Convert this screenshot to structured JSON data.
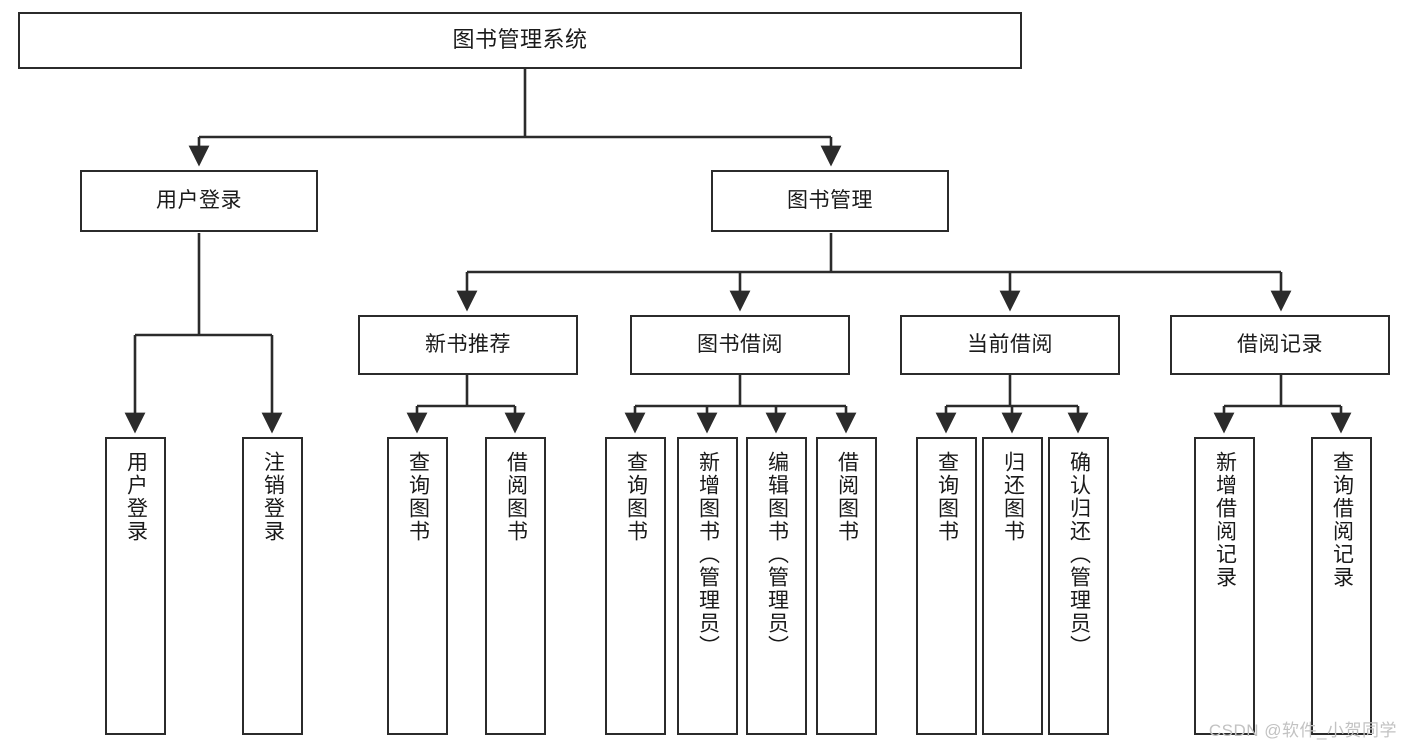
{
  "diagram": {
    "title": "图书管理系统",
    "type": "tree-hierarchy-chart",
    "watermark": "CSDN @软件_小贺同学",
    "colors": {
      "box_border": "#2b2b2b",
      "box_fill": "#ffffff",
      "edge": "#2b2b2b",
      "text": "#1a1a1a",
      "watermark": "#c2c2c2",
      "background": "#ffffff"
    },
    "nodes": {
      "root": {
        "label": "图书管理系统"
      },
      "level2": [
        {
          "label": "用户登录"
        },
        {
          "label": "图书管理"
        }
      ],
      "level3": [
        {
          "label": "新书推荐"
        },
        {
          "label": "图书借阅"
        },
        {
          "label": "当前借阅"
        },
        {
          "label": "借阅记录"
        }
      ],
      "leaves": {
        "user_login": [
          {
            "label": "用户登录"
          },
          {
            "label": "注销登录"
          }
        ],
        "new_book_recommend": [
          {
            "label": "查询图书"
          },
          {
            "label": "借阅图书"
          }
        ],
        "book_borrow": [
          {
            "label": "查询图书"
          },
          {
            "label": "新增图书（管理员）"
          },
          {
            "label": "编辑图书（管理员）"
          },
          {
            "label": "借阅图书"
          }
        ],
        "current_borrow": [
          {
            "label": "查询图书"
          },
          {
            "label": "归还图书"
          },
          {
            "label": "确认归还（管理员）"
          }
        ],
        "borrow_record": [
          {
            "label": "新增借阅记录"
          },
          {
            "label": "查询借阅记录"
          }
        ]
      }
    }
  }
}
